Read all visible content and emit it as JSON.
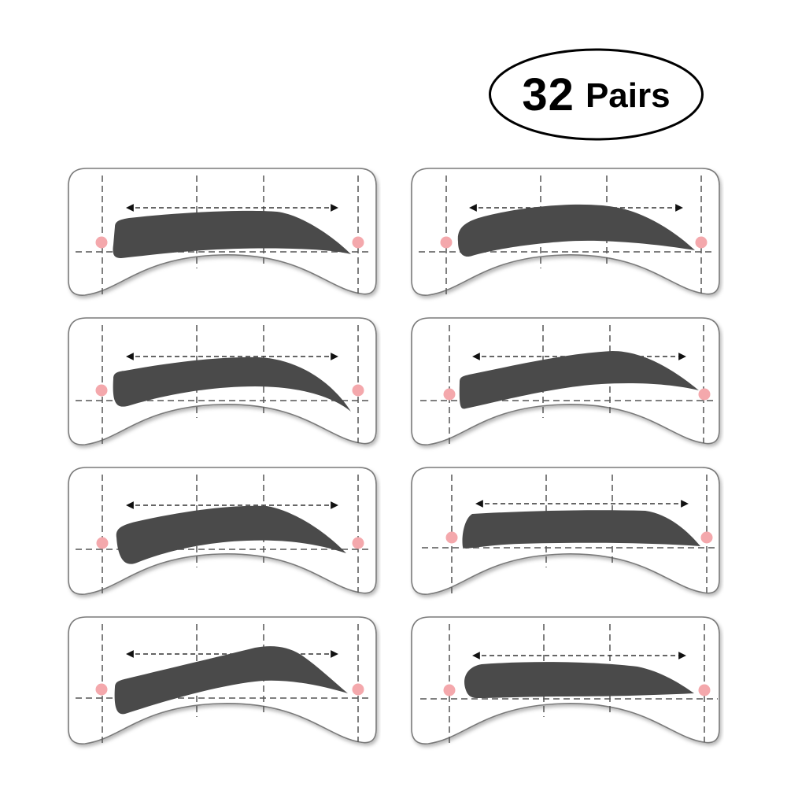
{
  "badge": {
    "count": "32",
    "unit": "Pairs",
    "stroke_color": "#000000"
  },
  "colors": {
    "brow_fill": "#4a4a4a",
    "card_fill": "#ffffff",
    "card_stroke": "#7a7a7a",
    "guide_line": "#555555",
    "arrow": "#111111",
    "marker_dot": "#f4a8ac"
  },
  "icons": {
    "brow": "eyebrow-shape",
    "marker": "pink-dot-marker",
    "arrow": "double-headed-arrow"
  },
  "stencils": [
    {
      "id": 1,
      "position": "row1-left",
      "style": "straight-tapered"
    },
    {
      "id": 2,
      "position": "row1-right",
      "style": "soft-arch"
    },
    {
      "id": 3,
      "position": "row2-left",
      "style": "curved-tail"
    },
    {
      "id": 4,
      "position": "row2-right",
      "style": "rising-arch"
    },
    {
      "id": 5,
      "position": "row3-left",
      "style": "rounded-arch"
    },
    {
      "id": 6,
      "position": "row3-right",
      "style": "flat-thick"
    },
    {
      "id": 7,
      "position": "row4-left",
      "style": "high-arch"
    },
    {
      "id": 8,
      "position": "row4-right",
      "style": "flat-thin"
    }
  ]
}
